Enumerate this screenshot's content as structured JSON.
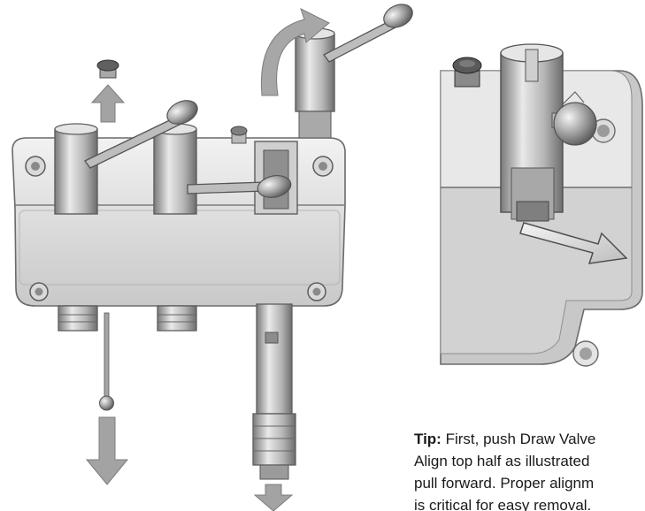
{
  "tip": {
    "label": "Tip:",
    "line1": " First, push Draw Valve",
    "line2": "Align top half as illustrated",
    "line3": "pull forward. Proper alignm",
    "line4": "is critical for easy removal."
  },
  "colors": {
    "metal_light": "#e6e6e6",
    "metal_mid": "#b8b8b8",
    "metal_dark": "#6f6f6f",
    "arrow_gray": "#9a9a9a",
    "background": "#ffffff"
  },
  "icons": {
    "rotate": "curved-rotate-arrow-icon",
    "up": "arrow-up-icon",
    "down": "arrow-down-icon",
    "forward": "arrow-forward-icon"
  }
}
